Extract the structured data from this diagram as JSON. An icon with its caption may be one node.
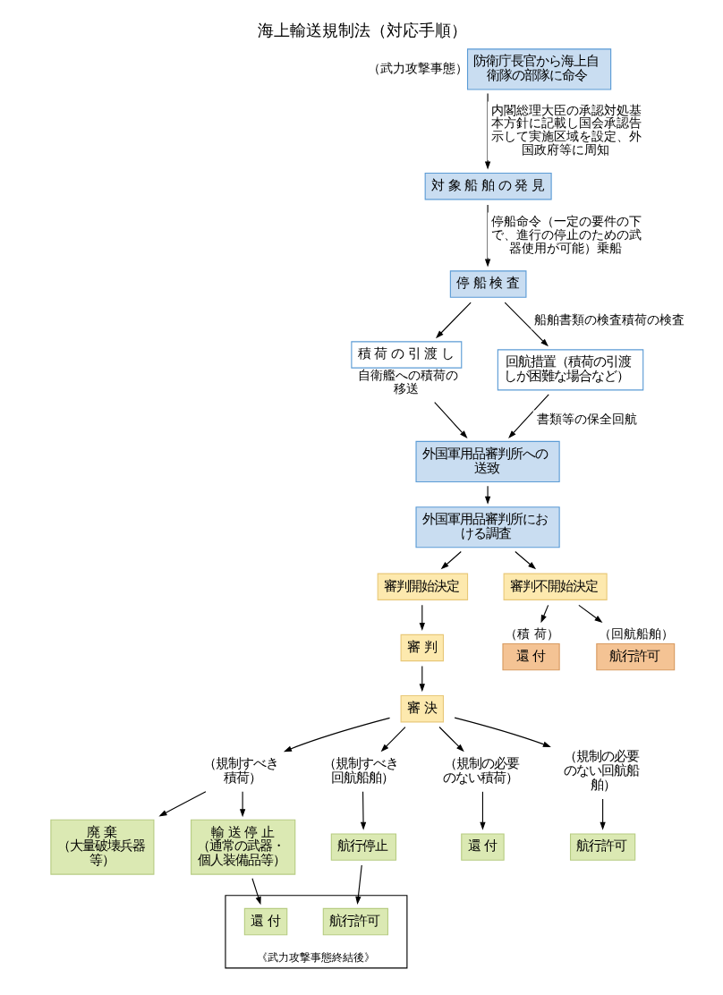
{
  "diagram": {
    "title": "海上輸送規制法（対応手順）",
    "nodes": [
      {
        "text": [
          "防衛庁長官から海上自衛隊の部隊に命令"
        ],
        "beside": [
          "（武力攻撃事態）"
        ]
      },
      {
        "text": [
          "対 象 船 舶 の 発 見"
        ]
      },
      {
        "text": [
          "停 船 検 査"
        ]
      },
      {
        "text": [
          "積 荷 の 引 渡 し"
        ],
        "beside": [
          "自衛艦への積荷の移送"
        ]
      },
      {
        "text": [
          "回航措置（積荷の引渡しが困難な場合など）"
        ]
      },
      {
        "text": [
          "外国軍用品審判所への送致"
        ]
      },
      {
        "text": [
          "外国軍用品審判所における調査"
        ]
      },
      {
        "text": [
          "審判開始決定"
        ]
      },
      {
        "text": [
          "審判不開始決定"
        ]
      },
      {
        "text": [
          "審 判"
        ]
      },
      {
        "text": [
          "審 決"
        ]
      },
      {
        "text": [
          "還 付"
        ],
        "beside": [
          "（積 荷）"
        ]
      },
      {
        "text": [
          "航行許可"
        ],
        "beside": [
          "（回航船舶）"
        ]
      },
      {
        "text": [
          "（規制すべき積荷）"
        ]
      },
      {
        "text": [
          "（規制すべき回航船舶）"
        ]
      },
      {
        "text": [
          "（規制の必要のない積荷）"
        ]
      },
      {
        "text": [
          "（規制の必要のない回航船舶）"
        ]
      },
      {
        "text": [
          "廃 棄",
          "（大量破壊兵器等）"
        ]
      },
      {
        "text": [
          "輸 送 停 止",
          "（通常の武器・個人装備品等）"
        ]
      },
      {
        "text": [
          "航行停止"
        ]
      },
      {
        "text": [
          "還 付"
        ]
      },
      {
        "text": [
          "航行許可"
        ]
      },
      {
        "text": [
          "《武力攻撃事態終結後》"
        ]
      },
      {
        "text": [
          "還 付"
        ],
        "in": 22
      },
      {
        "text": [
          "航行許可"
        ],
        "in": 22
      }
    ],
    "edges": [
      {
        "from": 0,
        "to": 1,
        "arrow": "to",
        "label": "内閣総理大臣の承認対処基本方針に記載し国会承認告示して実施区域を設定、外国政府等に周知"
      },
      {
        "from": 1,
        "to": 2,
        "arrow": "to",
        "label": "停船命令（一定の要件の下で、進行の停止のための武器使用が可能）乗船"
      },
      {
        "from": 2,
        "to": 3,
        "arrow": "to"
      },
      {
        "from": 2,
        "to": 4,
        "arrow": "to",
        "label": "船舶書類の検査積荷の検査"
      },
      {
        "from": 3,
        "to": 5,
        "arrow": "to"
      },
      {
        "from": 4,
        "to": 5,
        "arrow": "to",
        "label": "書類等の保全回航"
      },
      {
        "from": 5,
        "to": 6,
        "arrow": "to"
      },
      {
        "from": 6,
        "to": 7,
        "arrow": "to"
      },
      {
        "from": 6,
        "to": 8,
        "arrow": "to"
      },
      {
        "from": 7,
        "to": 9,
        "arrow": "to"
      },
      {
        "from": 9,
        "to": 10,
        "arrow": "to"
      },
      {
        "from": 8,
        "to": 11,
        "arrow": "to"
      },
      {
        "from": 8,
        "to": 12,
        "arrow": "to"
      },
      {
        "from": 10,
        "to": 13,
        "arrow": "to"
      },
      {
        "from": 10,
        "to": 14,
        "arrow": "to"
      },
      {
        "from": 10,
        "to": 15,
        "arrow": "to"
      },
      {
        "from": 10,
        "to": 16,
        "arrow": "to"
      },
      {
        "from": 13,
        "to": 17,
        "arrow": "to"
      },
      {
        "from": 13,
        "to": 18,
        "arrow": "to"
      },
      {
        "from": 14,
        "to": 19,
        "arrow": "to"
      },
      {
        "from": 15,
        "to": 20,
        "arrow": "to"
      },
      {
        "from": 16,
        "to": 21,
        "arrow": "to"
      },
      {
        "from": 18,
        "to": 23,
        "arrow": "to"
      },
      {
        "from": 19,
        "to": 24,
        "arrow": "to"
      }
    ]
  }
}
